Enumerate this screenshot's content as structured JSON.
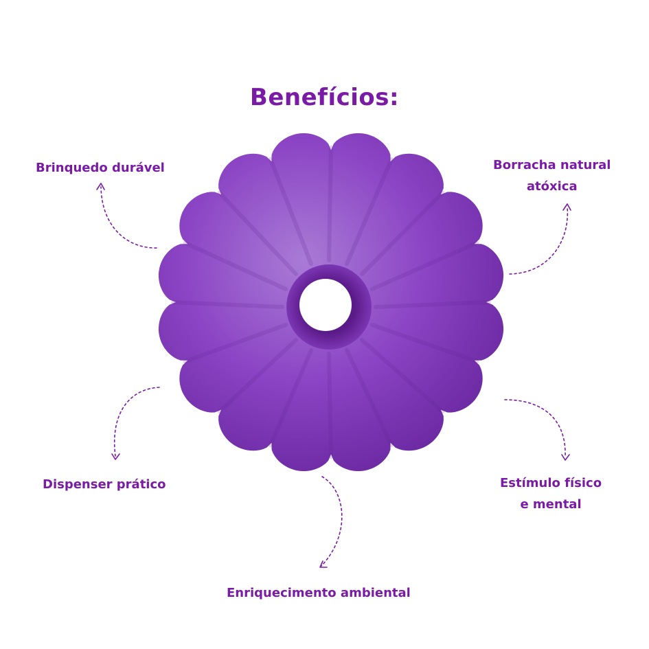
{
  "title": "Benefícios:",
  "colors": {
    "text": "#7a1ba6",
    "toy_base": "#8a3fc2",
    "toy_light": "#a874d8",
    "toy_dark": "#5e1f8e",
    "arrow": "#7a1ba6"
  },
  "product_image": "purple-rubber-donut-toy",
  "benefits": {
    "durable": "Brinquedo durável",
    "rubber_line1": "Borracha natural",
    "rubber_line2": "atóxica",
    "dispenser": "Dispenser prático",
    "stimulus_line1": "Estímulo físico",
    "stimulus_line2": "e mental",
    "enrichment": "Enriquecimento ambiental"
  }
}
